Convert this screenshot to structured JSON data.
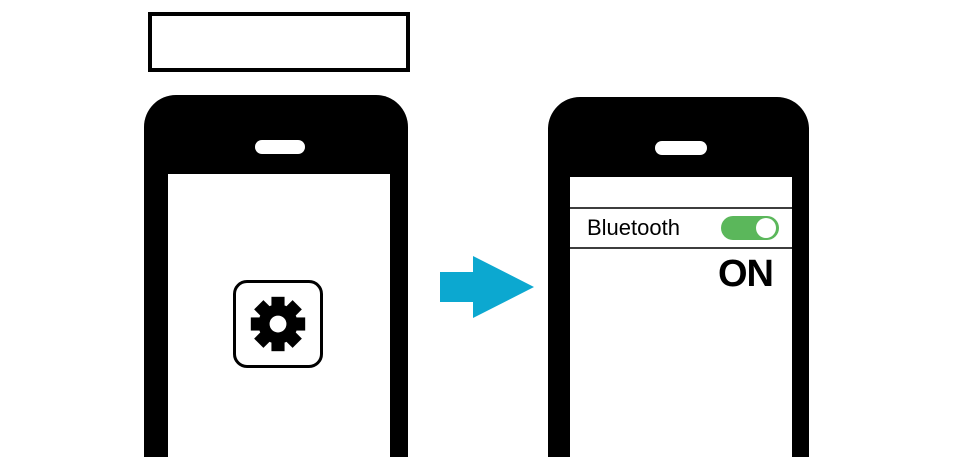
{
  "figure": {
    "caption_box_text": "",
    "arrow_icon": "arrow-right-icon"
  },
  "left_phone": {
    "description": "phone showing settings app",
    "settings_icon": "gear-icon"
  },
  "right_phone": {
    "bluetooth_label": "Bluetooth",
    "toggle_state": "on",
    "status_text": "ON"
  },
  "colors": {
    "phone_black": "#000000",
    "arrow_cyan": "#0ca8d0",
    "toggle_green": "#5bb75b",
    "divider_gray": "#3d3d3d"
  }
}
